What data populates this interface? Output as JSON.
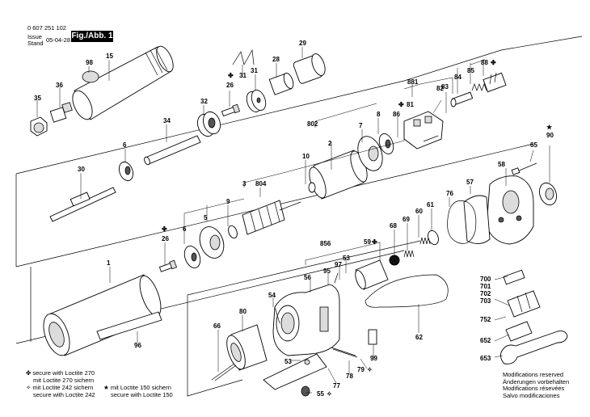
{
  "header": {
    "part_number": "0 607 251 102",
    "issue_label": "Issue",
    "stand_label": "Stand",
    "date": "05-04-28",
    "figure_label": "Fig./Abb. 1"
  },
  "part_labels": {
    "p1": "1",
    "p2": "2",
    "p3": "3",
    "p5": "5",
    "p6a": "6",
    "p6b": "6",
    "p7": "7",
    "p8": "8",
    "p9": "9",
    "p10": "10",
    "p15": "15",
    "p26a": "26",
    "p26b": "26",
    "p28": "28",
    "p29": "29",
    "p30": "30",
    "p31a": "31",
    "p31b": "31",
    "p32": "32",
    "p34": "34",
    "p35": "35",
    "p36": "36",
    "p53a": "53",
    "p53b": "53",
    "p54": "54",
    "p55": "55",
    "p56": "56",
    "p57": "57",
    "p58": "58",
    "p59": "59",
    "p60": "60",
    "p61": "61",
    "p62": "62",
    "p65": "65",
    "p66": "66",
    "p68": "68",
    "p69": "69",
    "p76": "76",
    "p77": "77",
    "p78": "78",
    "p79": "79",
    "p80": "80",
    "p81": "81",
    "p82": "82",
    "p83": "83",
    "p84": "84",
    "p85": "85",
    "p86": "86",
    "p88": "88",
    "p90": "90",
    "p95": "95",
    "p96": "96",
    "p97": "97",
    "p98": "98",
    "p99": "99",
    "p652": "652",
    "p653": "653",
    "p700": "700",
    "p701": "701",
    "p702": "702",
    "p703": "703",
    "p752": "752",
    "p802": "802",
    "p804": "804",
    "p856": "856",
    "p881": "881"
  },
  "symbols": {
    "loctite270": "✤",
    "loctite242": "✧",
    "loctite150": "★"
  },
  "legend": {
    "line1a": "secure with Loctite 270",
    "line1b": "mit Loctite 270 sichern",
    "line2a": "mit Loctite 242 sichern",
    "line2b": "secure with Loctite 242",
    "line3a": "mit Loctite 150 sichern",
    "line3b": "secure with Loctite 150"
  },
  "modifications": [
    "Modifications reserved",
    "Änderungen vorbehalten",
    "Modifications résevées",
    "Salvo modificaciones"
  ]
}
